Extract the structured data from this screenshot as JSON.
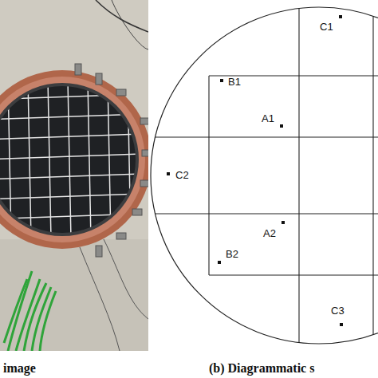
{
  "diagram": {
    "labels": [
      "C1",
      "B1",
      "A1",
      "C2",
      "A2",
      "B2",
      "C3",
      "image",
      "(b) Diagrammatic s"
    ]
  }
}
